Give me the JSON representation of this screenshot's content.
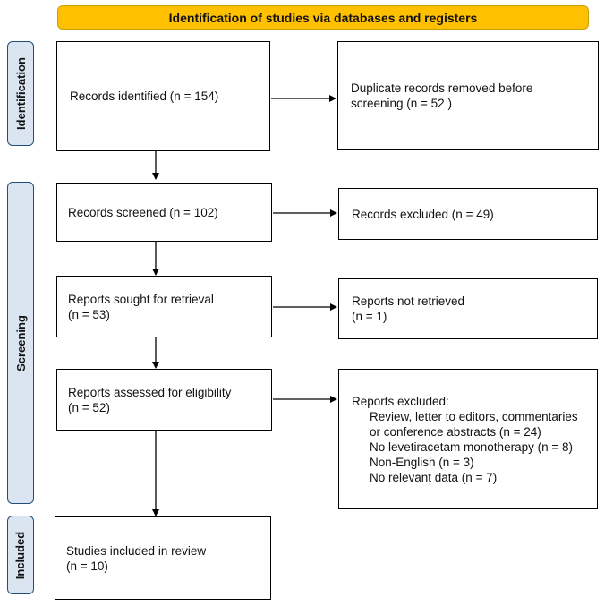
{
  "header": {
    "title": "Identification of studies via databases and registers"
  },
  "phases": {
    "identification": "Identification",
    "screening": "Screening",
    "included": "Included"
  },
  "boxes": {
    "records_identified": "Records identified (n = 154)",
    "duplicates_removed": "Duplicate records removed before\nscreening  (n = 52 )",
    "records_screened": "Records screened (n = 102)",
    "records_excluded": "Records excluded (n = 49)",
    "reports_sought": "Reports sought for retrieval\n(n = 53)",
    "reports_not_retrieved": "Reports not retrieved\n(n = 1)",
    "reports_assessed": "Reports assessed for eligibility\n(n = 52)",
    "reports_excluded": {
      "title": "Reports excluded:",
      "reasons": [
        "Review, letter to editors, commentaries\nor conference abstracts (n = 24)",
        "No levetiracetam monotherapy (n = 8)",
        "Non-English (n = 3)",
        "No relevant data (n = 7)"
      ]
    },
    "studies_included": "Studies included in review\n(n = 10)"
  }
}
